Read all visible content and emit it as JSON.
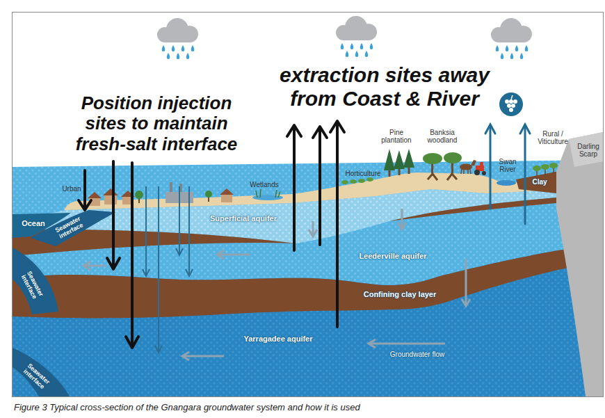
{
  "diagram": {
    "caption": "Figure 3 Typical cross-section of the Gnangara groundwater system and how it is used",
    "labels": [
      "extraction sites away from Coast & River",
      "Position injection sites to maintain fresh-salt interface",
      "Pine plantation",
      "Banksia woodland",
      "Rural / Viticulture",
      "Darling Scarp",
      "Horticulture",
      "Swan River",
      "Urban",
      "Wetlands",
      "Clay",
      "Superficial aquifer",
      "Ocean",
      "Seawater interface",
      "Leederville aquifer",
      "Seawater interface",
      "Confining clay layer",
      "Yarragadee aquifer",
      "Groundwater flow",
      "Seawater interface"
    ]
  }
}
